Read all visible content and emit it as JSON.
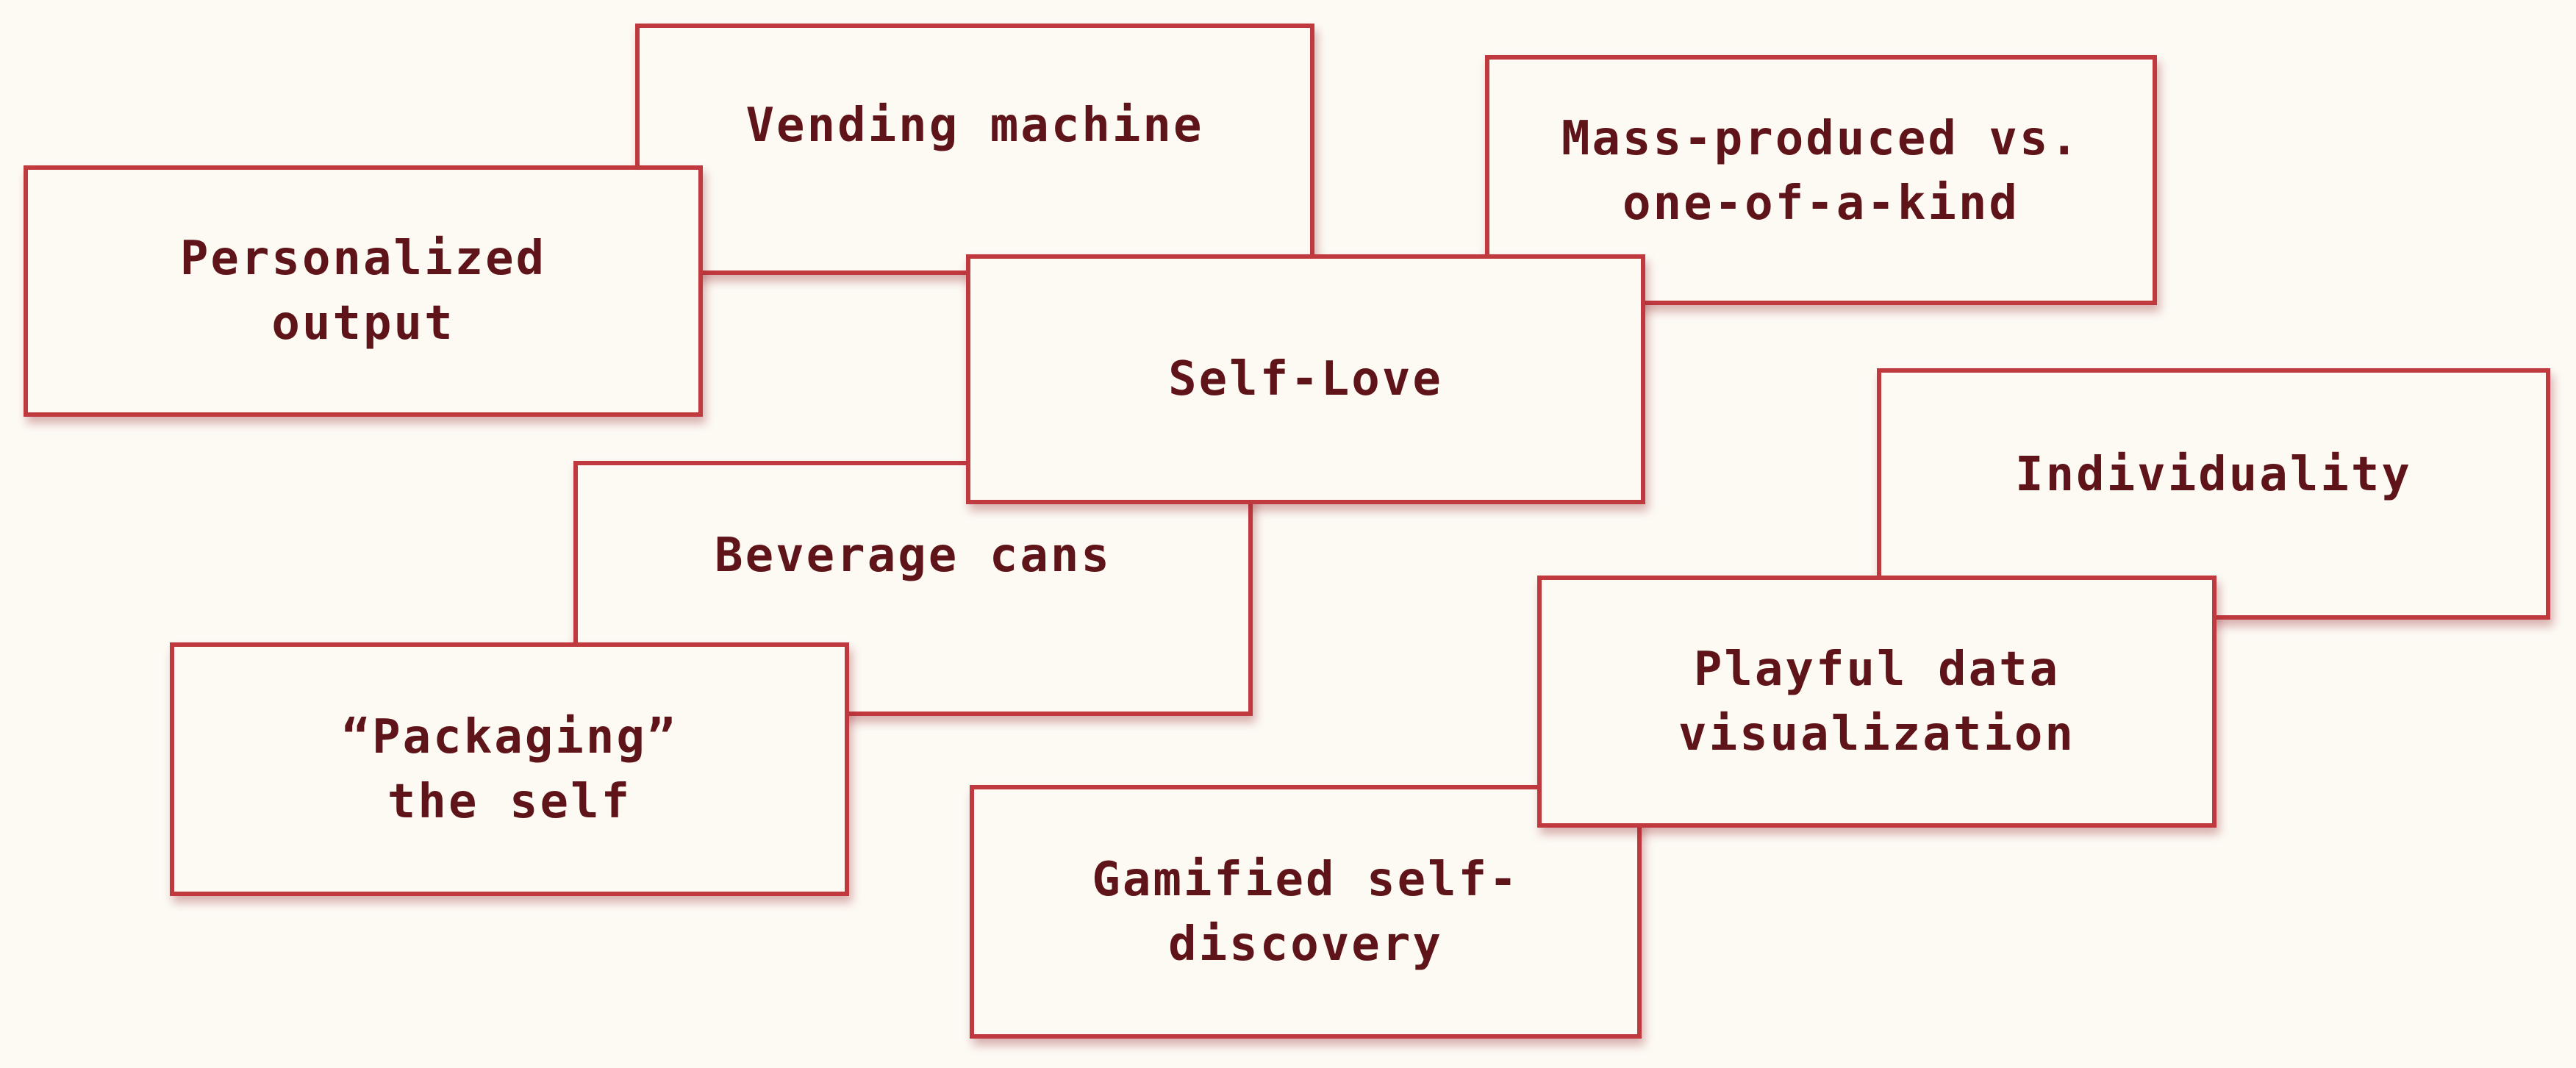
{
  "colors": {
    "background": "#fdfaf4",
    "card_border": "#c0393f",
    "card_fill": "#fdfaf4",
    "text": "#5e1419"
  },
  "cards": {
    "vending_machine": "Vending machine",
    "mass_produced": "Mass-produced vs.\none-of-a-kind",
    "personalized_output": "Personalized\noutput",
    "self_love": "Self-Love",
    "individuality": "Individuality",
    "beverage_cans": "Beverage cans",
    "playful_data_visualization": "Playful data\nvisualization",
    "packaging_the_self": "“Packaging”\nthe self",
    "gamified_self_discovery": "Gamified self-\ndiscovery"
  }
}
